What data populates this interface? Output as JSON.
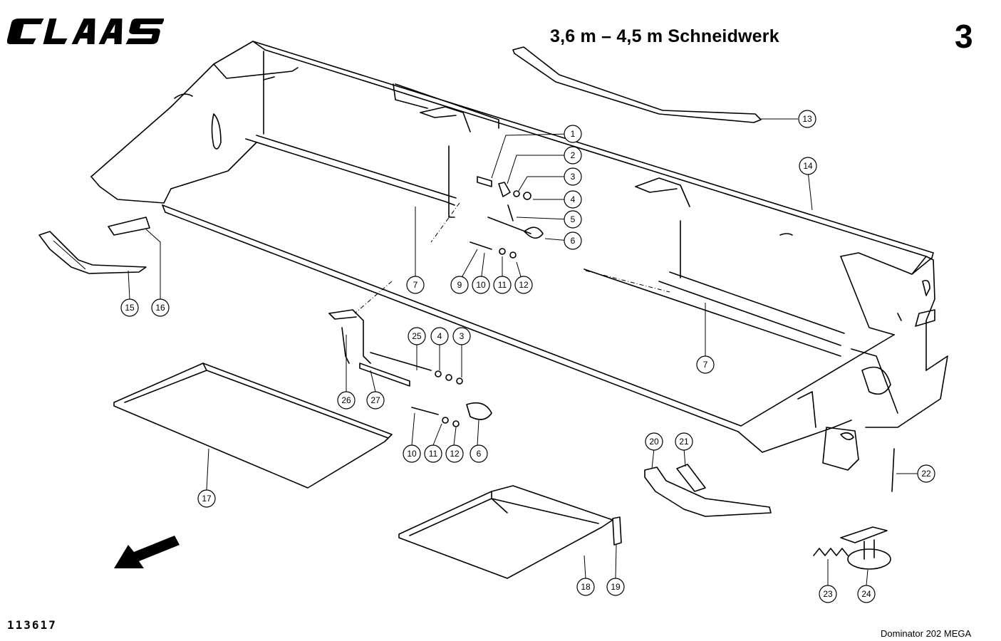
{
  "header": {
    "brand": "CLAAS",
    "title": "3,6 m – 4,5 m Schneidwerk",
    "page_number": "3"
  },
  "footer": {
    "drawing_number": "113617",
    "model": "Dominator  202 MEGA"
  },
  "callouts": [
    {
      "id": "c1",
      "label": "1"
    },
    {
      "id": "c2",
      "label": "2"
    },
    {
      "id": "c3a",
      "label": "3"
    },
    {
      "id": "c4a",
      "label": "4"
    },
    {
      "id": "c5",
      "label": "5"
    },
    {
      "id": "c6a",
      "label": "6"
    },
    {
      "id": "c7a",
      "label": "7"
    },
    {
      "id": "c9",
      "label": "9"
    },
    {
      "id": "c10a",
      "label": "10"
    },
    {
      "id": "c11a",
      "label": "11"
    },
    {
      "id": "c12a",
      "label": "12"
    },
    {
      "id": "c13",
      "label": "13"
    },
    {
      "id": "c14",
      "label": "14"
    },
    {
      "id": "c15",
      "label": "15"
    },
    {
      "id": "c16",
      "label": "16"
    },
    {
      "id": "c7b",
      "label": "7"
    },
    {
      "id": "c25",
      "label": "25"
    },
    {
      "id": "c4b",
      "label": "4"
    },
    {
      "id": "c3b",
      "label": "3"
    },
    {
      "id": "c26",
      "label": "26"
    },
    {
      "id": "c27",
      "label": "27"
    },
    {
      "id": "c10b",
      "label": "10"
    },
    {
      "id": "c11b",
      "label": "11"
    },
    {
      "id": "c12b",
      "label": "12"
    },
    {
      "id": "c6b",
      "label": "6"
    },
    {
      "id": "c17",
      "label": "17"
    },
    {
      "id": "c20",
      "label": "20"
    },
    {
      "id": "c21",
      "label": "21"
    },
    {
      "id": "c22",
      "label": "22"
    },
    {
      "id": "c18",
      "label": "18"
    },
    {
      "id": "c19",
      "label": "19"
    },
    {
      "id": "c23",
      "label": "23"
    },
    {
      "id": "c24",
      "label": "24"
    }
  ]
}
